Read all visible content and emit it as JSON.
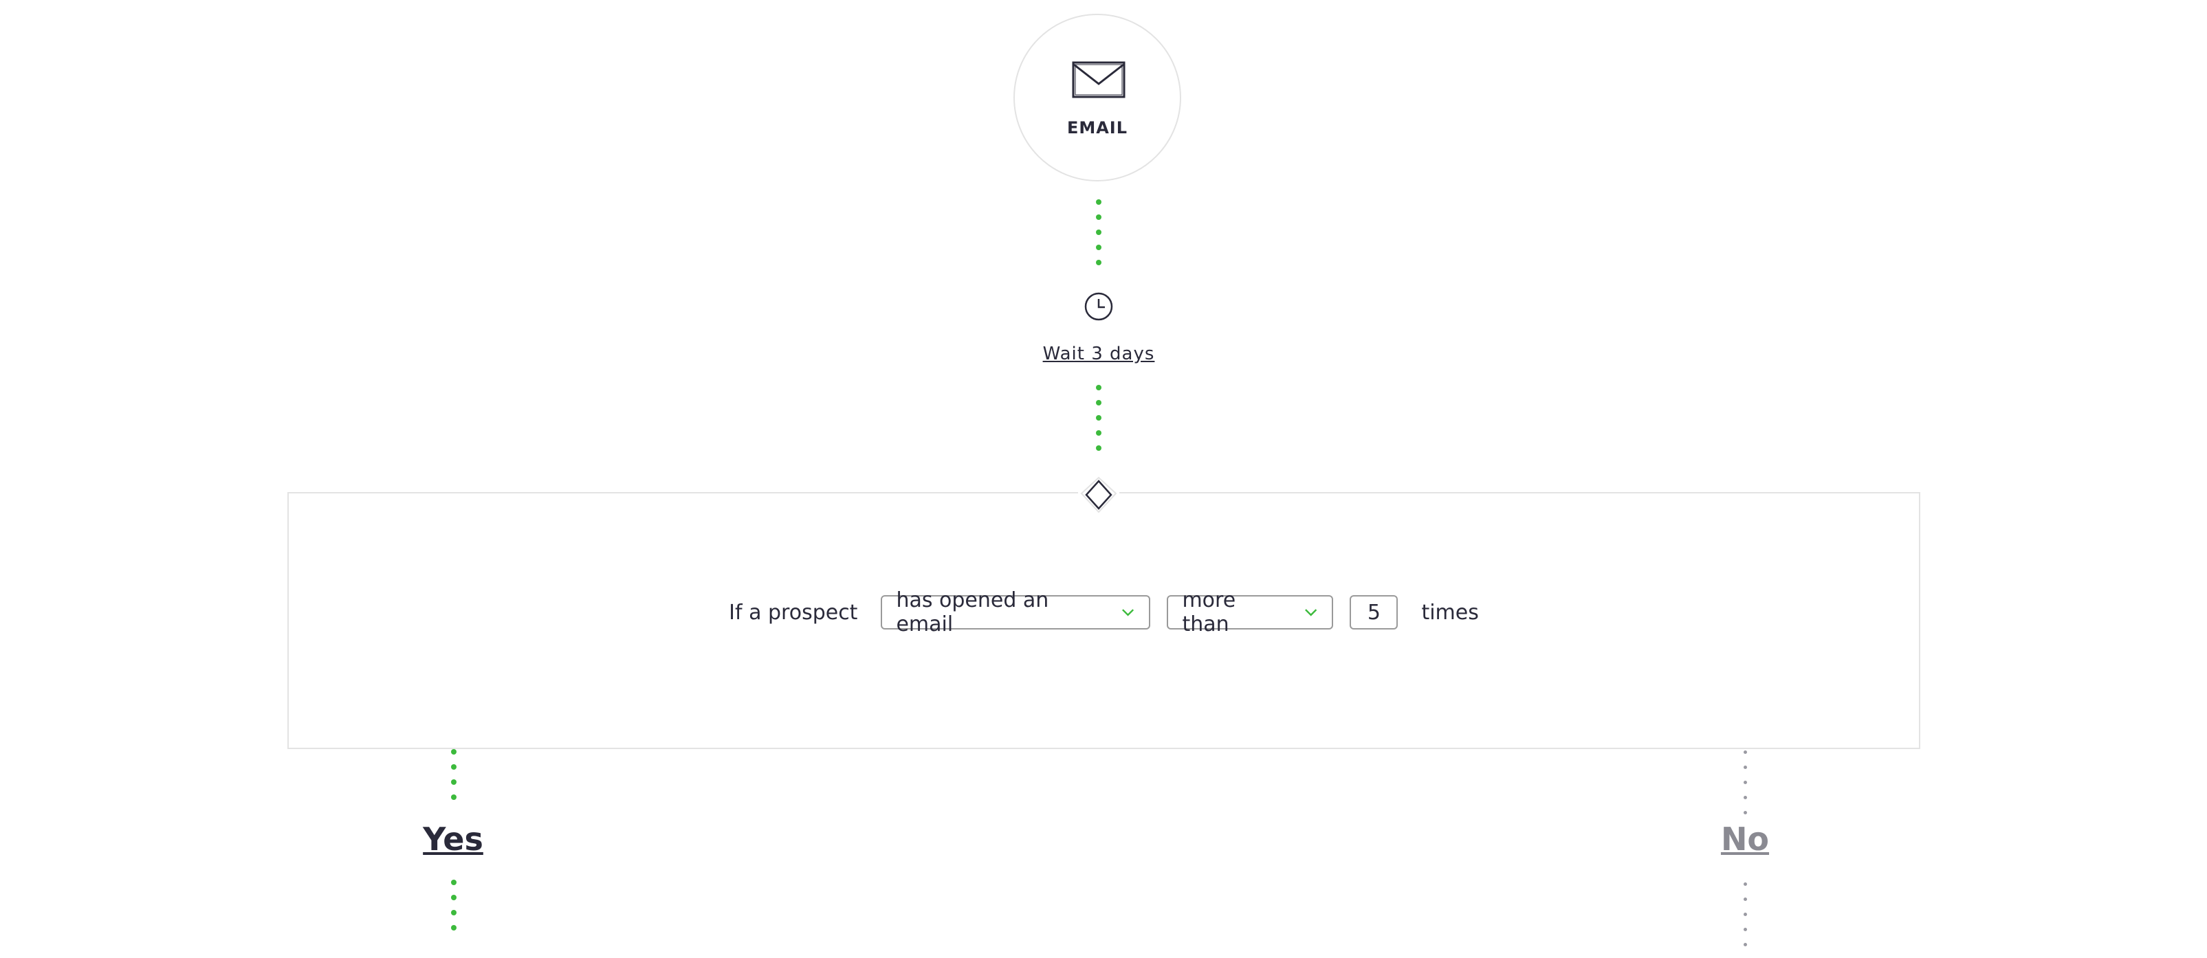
{
  "email_node": {
    "label": "EMAIL",
    "icon": "envelope-icon"
  },
  "wait": {
    "label": "Wait 3 days",
    "icon": "clock-icon"
  },
  "condition": {
    "icon": "diamond-icon",
    "prefix": "If a prospect",
    "action_select": {
      "value": "has opened an email",
      "icon": "chevron-down-icon"
    },
    "comparator_select": {
      "value": "more than",
      "icon": "chevron-down-icon"
    },
    "count_input": "5",
    "suffix": "times"
  },
  "branches": {
    "yes_label": "Yes",
    "no_label": "No"
  },
  "colors": {
    "connector_active": "#3cba3c",
    "connector_inactive": "#9a9aa2",
    "text": "#2a2a3a",
    "border": "#e3e3e3"
  }
}
